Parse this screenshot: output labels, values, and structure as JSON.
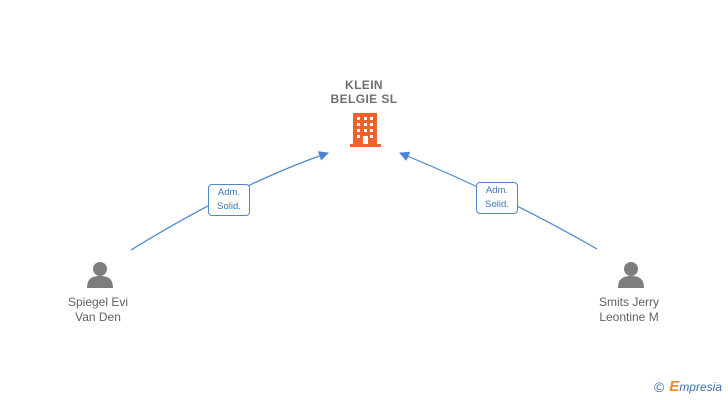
{
  "company": {
    "name": "KLEIN\nBELGIE  SL",
    "icon": "building-icon",
    "color": "#f0622a"
  },
  "people": [
    {
      "name": "Spiegel Evi\nVan Den",
      "icon": "person-icon",
      "role_lines": [
        "Adm.",
        "Solid."
      ]
    },
    {
      "name": "Smits Jerry\nLeontine M",
      "icon": "person-icon",
      "role_lines": [
        "Adm.",
        "Solid."
      ]
    }
  ],
  "colors": {
    "edge": "#4a86cf",
    "person_icon": "#7d7d7d",
    "text": "#6f6f6f"
  },
  "watermark": {
    "symbol": "©",
    "brand_initial": "E",
    "brand_rest": "mpresia"
  }
}
